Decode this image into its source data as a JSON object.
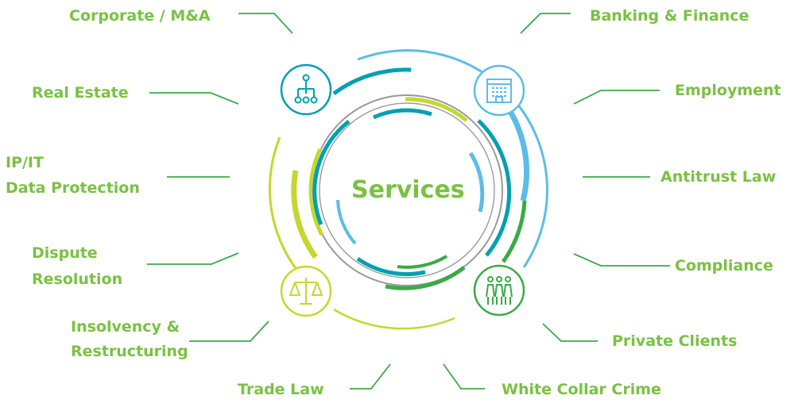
{
  "center_label": "Services",
  "services": {
    "corporate": "Corporate / M&A",
    "banking": "Banking & Finance",
    "real_estate": "Real Estate",
    "employment": "Employment",
    "ip_it_line1": "IP/IT",
    "ip_it_line2": "Data Protection",
    "antitrust": "Antitrust Law",
    "dispute_line1": "Dispute",
    "dispute_line2": "Resolution",
    "compliance": "Compliance",
    "insolvency_line1": "Insolvency &",
    "insolvency_line2": "Restructuring",
    "private_clients": "Private Clients",
    "trade_law": "Trade Law",
    "white_collar": "White Collar Crime"
  },
  "icons": [
    "org-chart-icon",
    "building-icon",
    "scales-icon",
    "people-icon"
  ],
  "colors": {
    "label_green": "#7ac143",
    "line_green": "#3aaa47",
    "teal": "#00a0b0",
    "light_blue": "#5bbde8",
    "lime": "#c5d72f",
    "grey": "#9a9a9a"
  }
}
